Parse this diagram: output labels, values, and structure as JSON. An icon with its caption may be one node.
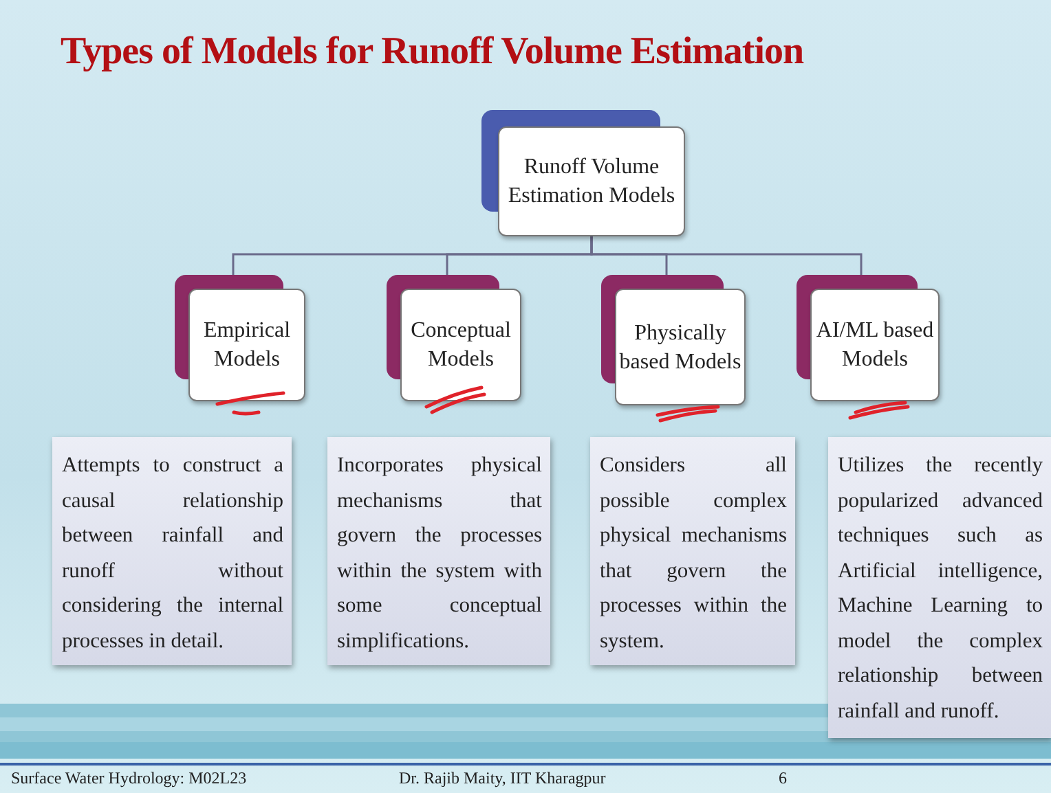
{
  "diagram": {
    "title": "Types of Models for Runoff Volume Estimation",
    "nodes": [
      {
        "text": [
          "Runoff Volume Estimation Models"
        ]
      },
      {
        "text": [
          "Empirical Models"
        ]
      },
      {
        "text": [
          "Conceptual Models"
        ]
      },
      {
        "text": [
          "Physically based Models"
        ]
      },
      {
        "text": [
          "AI/ML based Models"
        ]
      },
      {
        "text": [
          "Attempts to construct a causal relationship between rainfall and runoff without considering the internal processes in detail."
        ]
      },
      {
        "text": [
          "Incorporates physical mechanisms that govern the processes within the system with some conceptual simplifications."
        ]
      },
      {
        "text": [
          "Considers all possible complex physical mechanisms that govern the processes within the system."
        ]
      },
      {
        "text": [
          "Utilizes the recently popularized advanced techniques such as Artificial intelligence, Machine Learning to model the complex relationship between rainfall and runoff."
        ]
      }
    ],
    "edges": [
      {
        "from": 0,
        "to": 1,
        "arrow": "none"
      },
      {
        "from": 0,
        "to": 2,
        "arrow": "none"
      },
      {
        "from": 0,
        "to": 3,
        "arrow": "none"
      },
      {
        "from": 0,
        "to": 4,
        "arrow": "none"
      }
    ],
    "labels": [
      "Surface Water Hydrology: M02L23",
      "Dr. Rajib Maity, IIT Kharagpur",
      "6"
    ]
  }
}
